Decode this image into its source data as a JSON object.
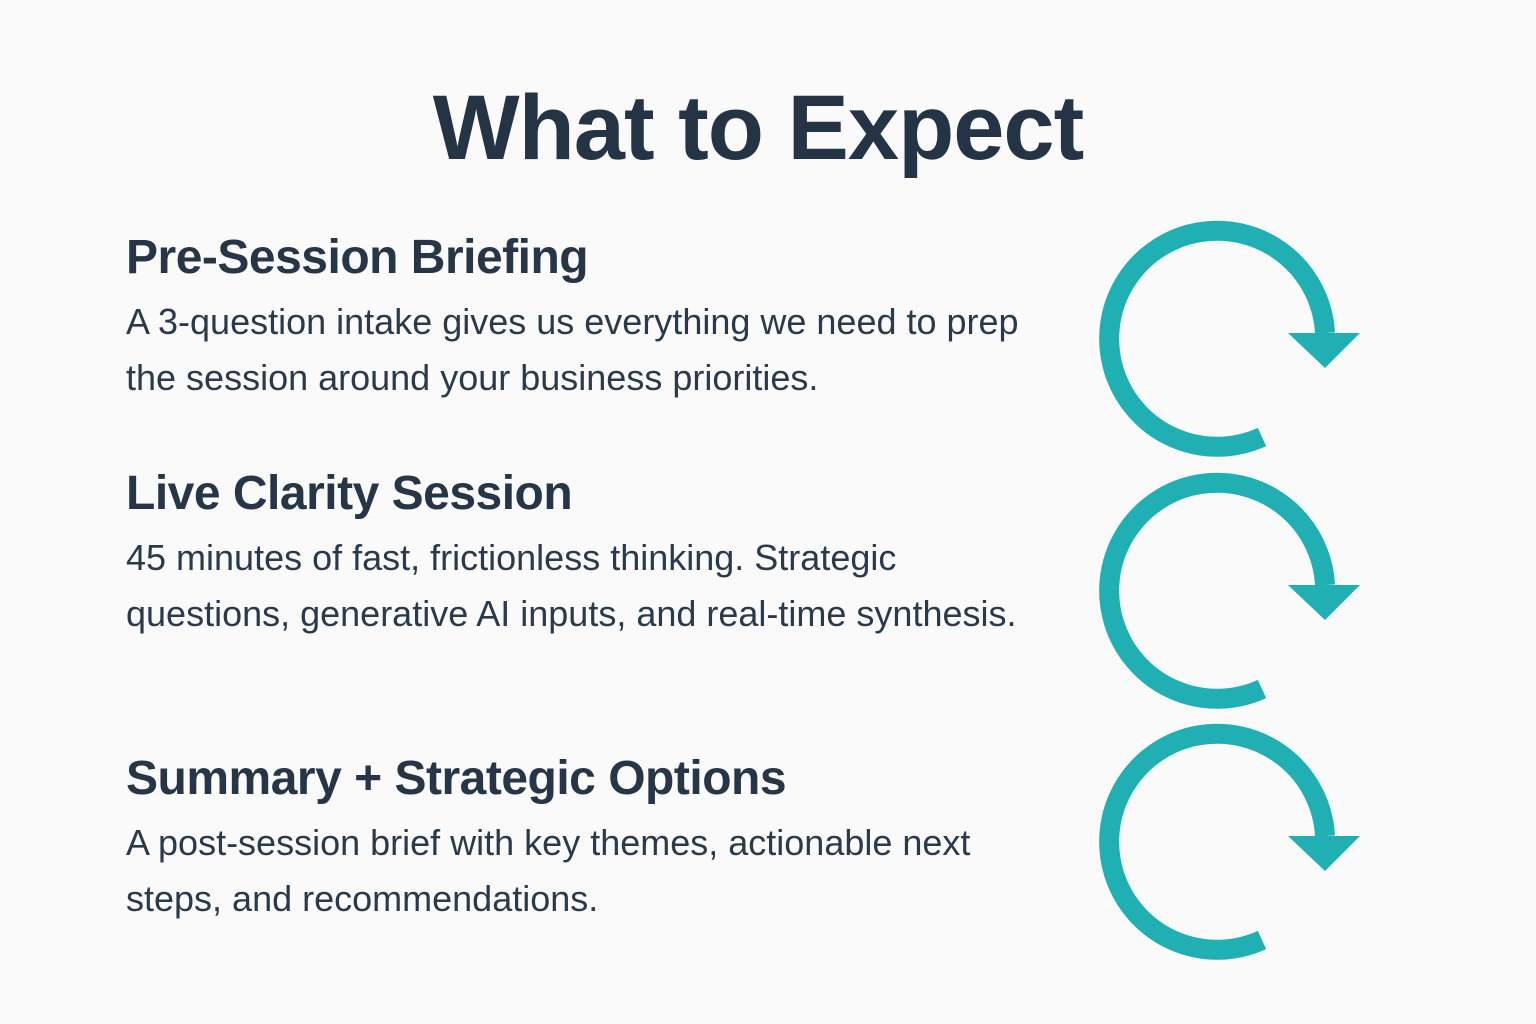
{
  "title": "What to Expect",
  "accent_color": "#20b0b4",
  "sections": [
    {
      "heading": "Pre-Session Briefing",
      "body": "A 3-question intake gives us everything we need to prep the session around your business priorities.",
      "icon": "clockwise-arrow-icon"
    },
    {
      "heading": "Live Clarity Session",
      "body": "45 minutes of fast, frictionless thinking. Strategic questions, generative AI inputs, and real-time synthesis.",
      "icon": "clockwise-arrow-icon"
    },
    {
      "heading": "Summary + Strategic Options",
      "body": "A post-session brief with key themes, actionable next steps, and recommendations.",
      "icon": "clockwise-arrow-icon"
    }
  ]
}
